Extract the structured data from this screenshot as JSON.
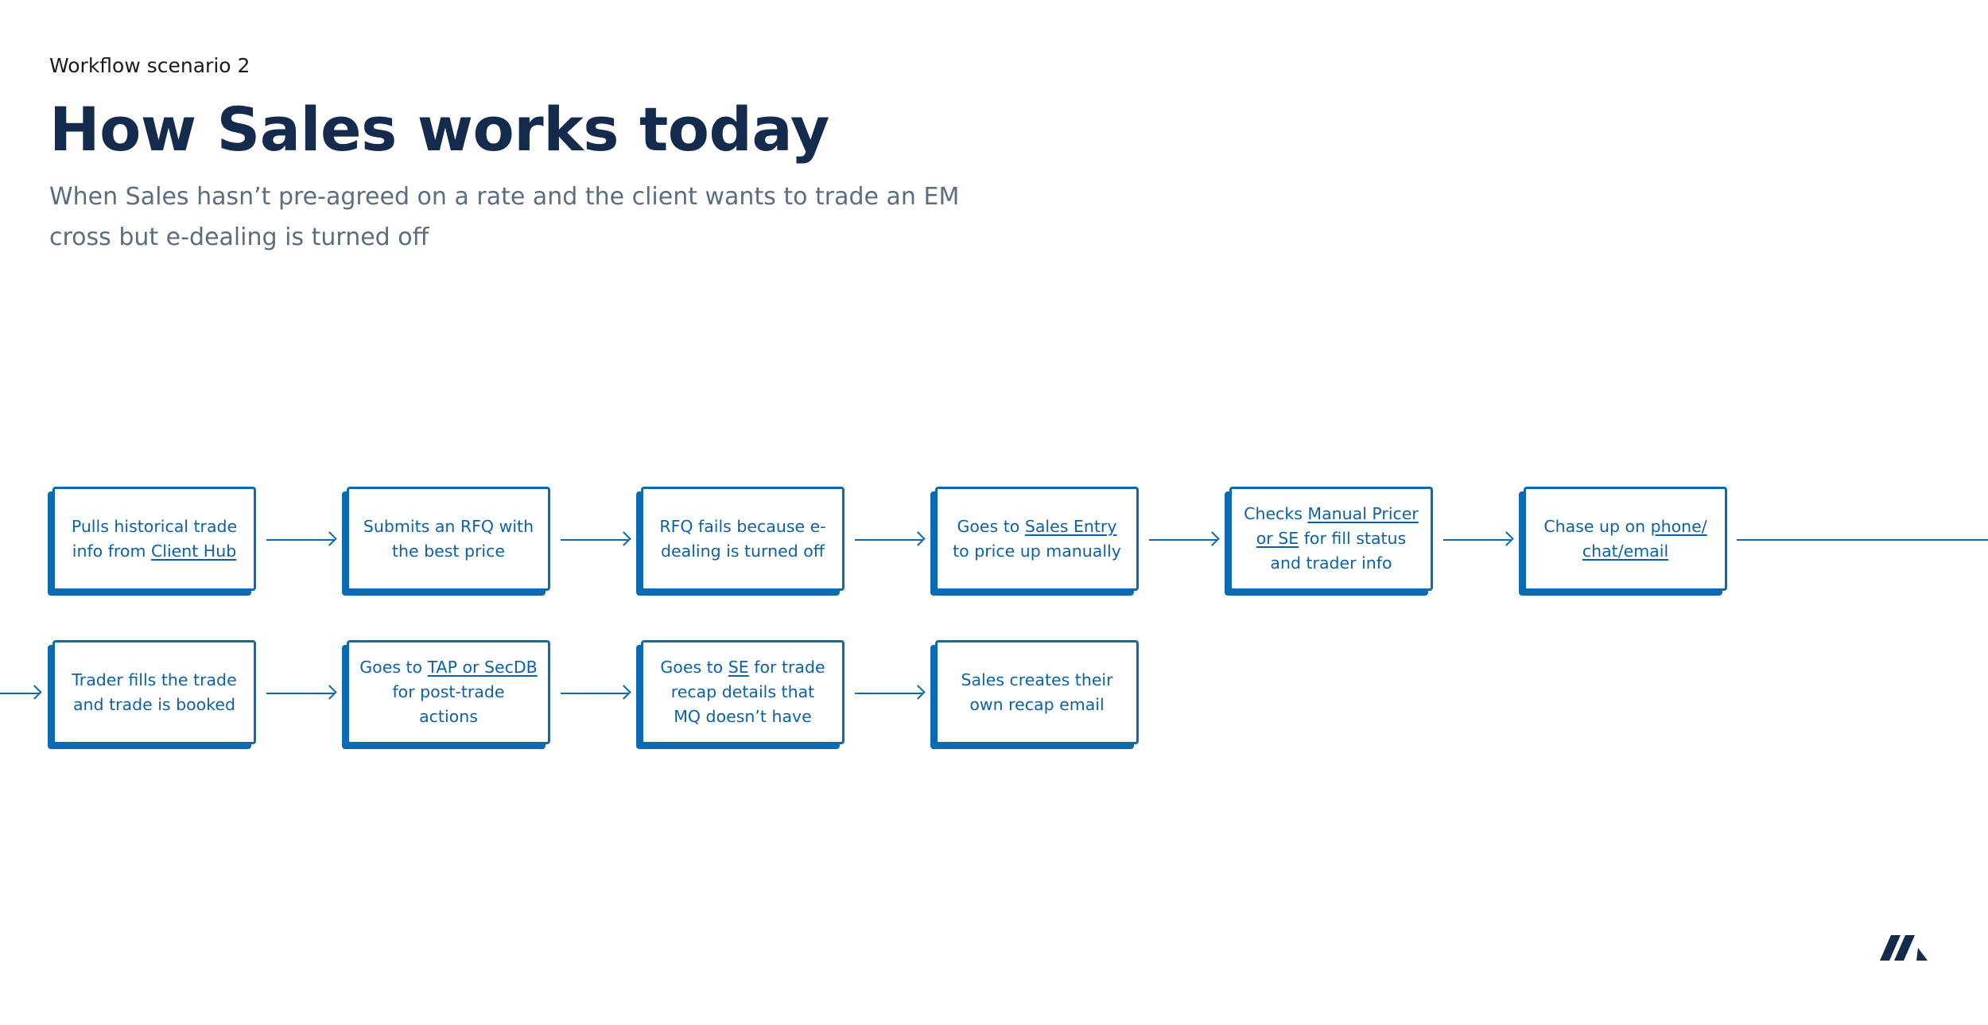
{
  "header": {
    "eyebrow": "Workflow scenario 2",
    "title": "How Sales works today",
    "subtitle": "When Sales hasn’t pre-agreed on a rate and the client wants to trade an EM cross but e-dealing is turned off"
  },
  "steps": [
    {
      "lines": [
        [
          {
            "t": "Pulls historical trade"
          }
        ],
        [
          {
            "t": "info from "
          },
          {
            "t": "Client Hub",
            "u": true
          }
        ]
      ]
    },
    {
      "lines": [
        [
          {
            "t": "Submits an RFQ with"
          }
        ],
        [
          {
            "t": "the best price"
          }
        ]
      ]
    },
    {
      "lines": [
        [
          {
            "t": "RFQ fails because e-"
          }
        ],
        [
          {
            "t": "dealing is turned off"
          }
        ]
      ]
    },
    {
      "lines": [
        [
          {
            "t": "Goes to "
          },
          {
            "t": "Sales Entry",
            "u": true
          }
        ],
        [
          {
            "t": "to price up manually"
          }
        ]
      ]
    },
    {
      "lines": [
        [
          {
            "t": "Checks "
          },
          {
            "t": "Manual Pricer",
            "u": true
          }
        ],
        [
          {
            "t": "or SE",
            "u": true
          },
          {
            "t": " for fill status"
          }
        ],
        [
          {
            "t": "and trader info"
          }
        ]
      ]
    },
    {
      "lines": [
        [
          {
            "t": "Chase up on "
          },
          {
            "t": "phone/",
            "u": true
          }
        ],
        [
          {
            "t": "chat/email",
            "u": true
          }
        ]
      ]
    },
    {
      "lines": [
        [
          {
            "t": "Trader fills the trade"
          }
        ],
        [
          {
            "t": "and trade is booked"
          }
        ]
      ]
    },
    {
      "lines": [
        [
          {
            "t": "Goes to "
          },
          {
            "t": "TAP or SecDB",
            "u": true
          }
        ],
        [
          {
            "t": "for post-trade"
          }
        ],
        [
          {
            "t": "actions"
          }
        ]
      ]
    },
    {
      "lines": [
        [
          {
            "t": "Goes to "
          },
          {
            "t": "SE",
            "u": true
          },
          {
            "t": " for trade"
          }
        ],
        [
          {
            "t": "recap details that"
          }
        ],
        [
          {
            "t": "MQ doesn’t have"
          }
        ]
      ]
    },
    {
      "lines": [
        [
          {
            "t": "Sales creates their"
          }
        ],
        [
          {
            "t": "own recap email"
          }
        ]
      ]
    }
  ],
  "colors": {
    "accent": "#0b6ab2",
    "title": "#152b4d",
    "subtitle": "#5b6d80",
    "box_text": "#0b62a8"
  },
  "logo_icon": "double-slash-logo-icon"
}
